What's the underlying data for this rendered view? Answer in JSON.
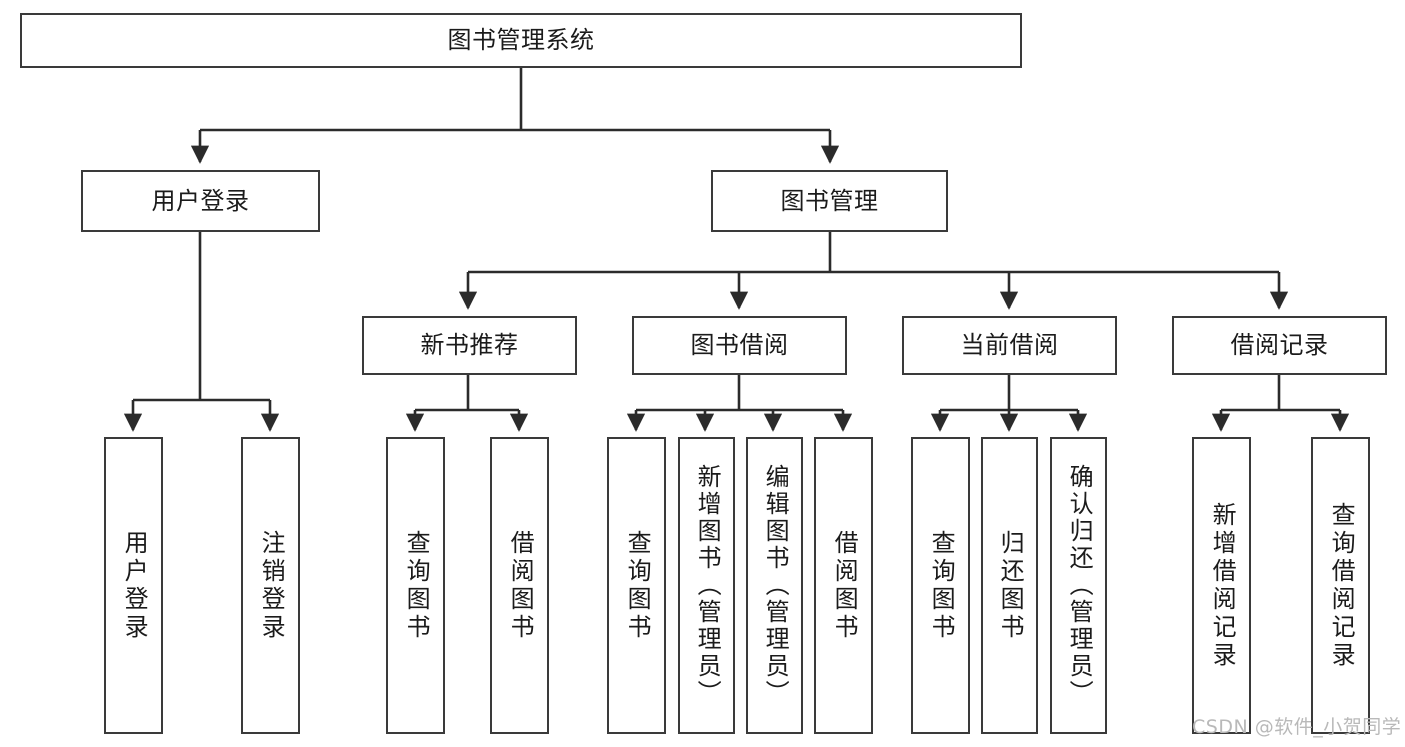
{
  "diagram": {
    "title": "图书管理系统",
    "type": "hierarchy-tree",
    "root": {
      "id": "root",
      "label": "图书管理系统"
    },
    "level2": [
      {
        "id": "user-login",
        "label": "用户登录"
      },
      {
        "id": "book-management",
        "label": "图书管理"
      }
    ],
    "level3": [
      {
        "id": "new-book-recommend",
        "label": "新书推荐",
        "parent": "book-management"
      },
      {
        "id": "book-borrow",
        "label": "图书借阅",
        "parent": "book-management"
      },
      {
        "id": "current-borrow",
        "label": "当前借阅",
        "parent": "book-management"
      },
      {
        "id": "borrow-record",
        "label": "借阅记录",
        "parent": "book-management"
      }
    ],
    "leaves": [
      {
        "id": "leaf-user-login",
        "label": "用户登录",
        "parent": "user-login"
      },
      {
        "id": "leaf-logout",
        "label": "注销登录",
        "parent": "user-login"
      },
      {
        "id": "leaf-query-book-1",
        "label": "查询图书",
        "parent": "new-book-recommend"
      },
      {
        "id": "leaf-borrow-book-1",
        "label": "借阅图书",
        "parent": "new-book-recommend"
      },
      {
        "id": "leaf-query-book-2",
        "label": "查询图书",
        "parent": "book-borrow"
      },
      {
        "id": "leaf-add-book",
        "label": "新增图书（管理员）",
        "parent": "book-borrow"
      },
      {
        "id": "leaf-edit-book",
        "label": "编辑图书（管理员）",
        "parent": "book-borrow"
      },
      {
        "id": "leaf-borrow-book-2",
        "label": "借阅图书",
        "parent": "book-borrow"
      },
      {
        "id": "leaf-query-book-3",
        "label": "查询图书",
        "parent": "current-borrow"
      },
      {
        "id": "leaf-return-book",
        "label": "归还图书",
        "parent": "current-borrow"
      },
      {
        "id": "leaf-confirm-return",
        "label": "确认归还（管理员）",
        "parent": "current-borrow"
      },
      {
        "id": "leaf-add-record",
        "label": "新增借阅记录",
        "parent": "borrow-record"
      },
      {
        "id": "leaf-query-record",
        "label": "查询借阅记录",
        "parent": "borrow-record"
      }
    ],
    "colors": {
      "border": "#3a3a3a",
      "background": "#ffffff",
      "text": "#1b1b1b",
      "connector": "#2b2b2b",
      "watermark": "#b9b9b9"
    }
  },
  "watermark": {
    "text": "CSDN @软件_小贺同学"
  }
}
